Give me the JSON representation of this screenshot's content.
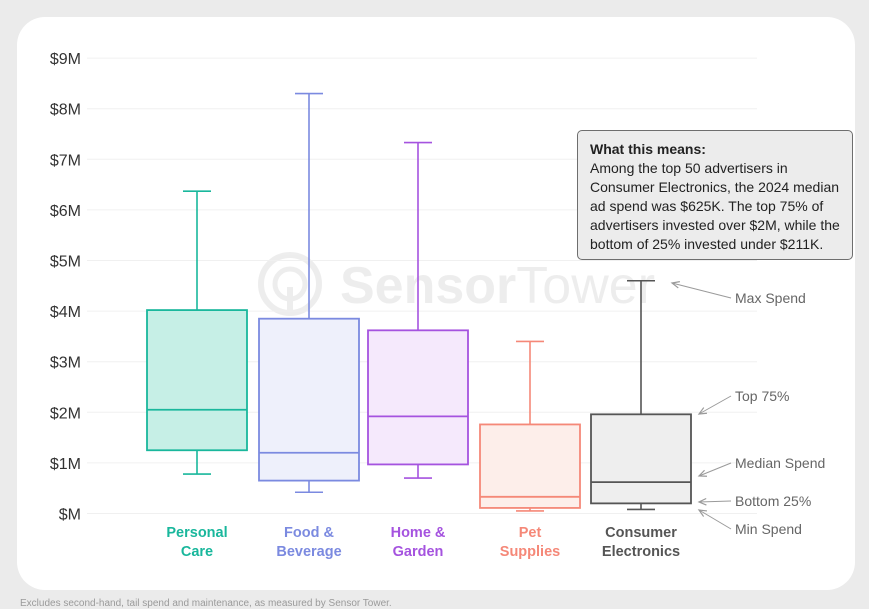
{
  "chart_data": {
    "type": "boxplot",
    "y_ticks": [
      "$M",
      "$1M",
      "$2M",
      "$3M",
      "$4M",
      "$5M",
      "$6M",
      "$7M",
      "$8M",
      "$9M"
    ],
    "ylim": [
      0,
      9
    ],
    "y_unit": "$M",
    "grid": true,
    "series": [
      {
        "name": "Personal Care",
        "label_lines": [
          "Personal",
          "Care"
        ],
        "color": "#19b79c",
        "fill": "#c6efe6",
        "min": 0.78,
        "q1": 1.25,
        "median": 2.05,
        "q3": 4.02,
        "max": 6.37
      },
      {
        "name": "Food & Beverage",
        "label_lines": [
          "Food &",
          "Beverage"
        ],
        "color": "#7b8ae0",
        "fill": "#eef0fb",
        "min": 0.42,
        "q1": 0.65,
        "median": 1.2,
        "q3": 3.85,
        "max": 8.3
      },
      {
        "name": "Home & Garden",
        "label_lines": [
          "Home &",
          "Garden"
        ],
        "color": "#a553df",
        "fill": "#f5e9fc",
        "min": 0.7,
        "q1": 0.97,
        "median": 1.92,
        "q3": 3.62,
        "max": 7.33
      },
      {
        "name": "Pet Supplies",
        "label_lines": [
          "Pet",
          "Supplies"
        ],
        "color": "#f58878",
        "fill": "#fdeeea",
        "min": 0.05,
        "q1": 0.11,
        "median": 0.33,
        "q3": 1.76,
        "max": 3.4
      },
      {
        "name": "Consumer Electronics",
        "label_lines": [
          "Consumer",
          "Electronics"
        ],
        "color": "#555555",
        "fill": "#eeeeee",
        "min": 0.08,
        "q1": 0.2,
        "median": 0.62,
        "q3": 1.96,
        "max": 4.6
      }
    ],
    "annotations": [
      {
        "text": "Max Spend",
        "target": "max"
      },
      {
        "text": "Top 75%",
        "target": "q3"
      },
      {
        "text": "Median Spend",
        "target": "median"
      },
      {
        "text": "Bottom 25%",
        "target": "q1"
      },
      {
        "text": "Min Spend",
        "target": "min"
      }
    ]
  },
  "note": {
    "title": "What this means:",
    "body": "Among the top 50 advertisers in Consumer Electronics, the 2024 median ad spend was $625K. The top 75% of advertisers invested over $2M, while the bottom of 25% invested under $211K."
  },
  "watermark": {
    "brand_bold": "Sensor",
    "brand_light": "Tower"
  },
  "footer": "Excludes second-hand, tail spend and maintenance, as measured by Sensor Tower."
}
